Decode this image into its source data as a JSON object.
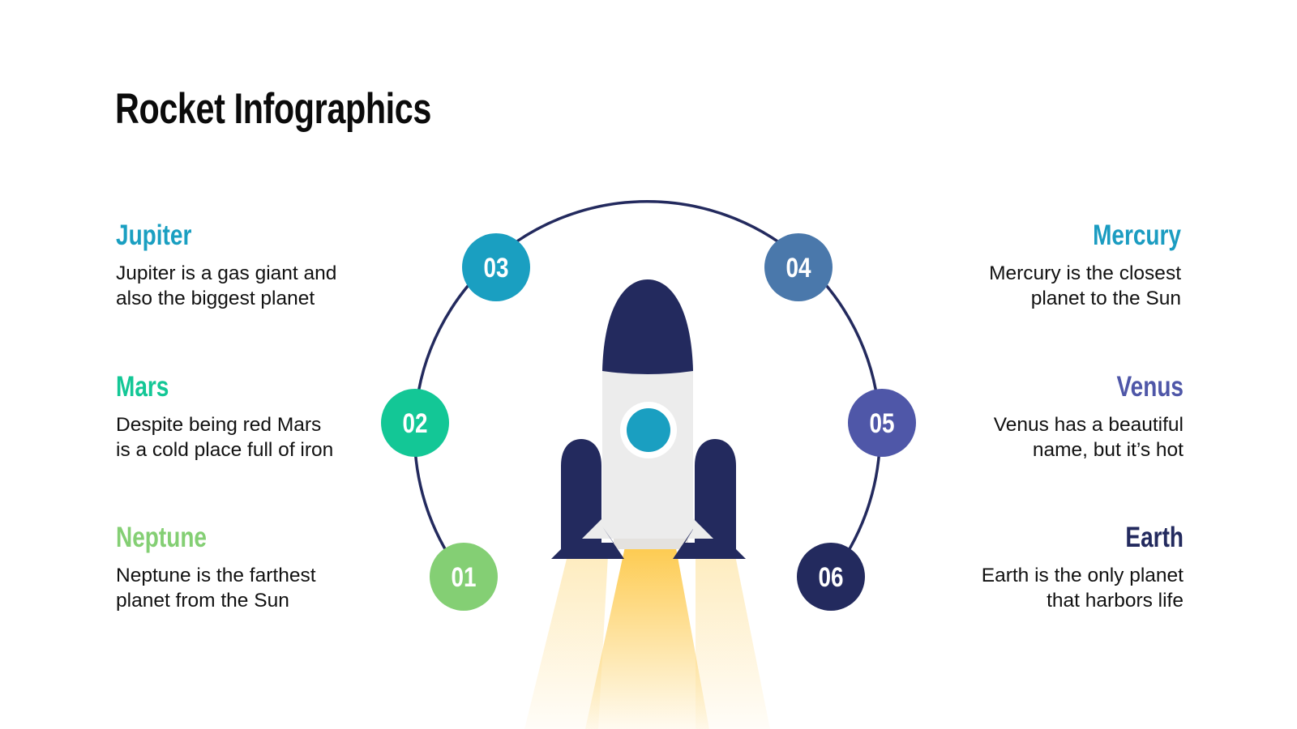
{
  "title": "Rocket Infographics",
  "items": [
    {
      "number": "01",
      "heading": "Neptune",
      "description": "Neptune is the farthest\nplanet from the Sun",
      "color": "#84cf74",
      "side": "left"
    },
    {
      "number": "02",
      "heading": "Mars",
      "description": "Despite being red Mars\nis a cold place full of iron",
      "color": "#13c796",
      "side": "left"
    },
    {
      "number": "03",
      "heading": "Jupiter",
      "description": "Jupiter is a gas giant and\nalso the biggest planet",
      "color": "#1a9fc1",
      "side": "left"
    },
    {
      "number": "04",
      "heading": "Mercury",
      "description": "Mercury is the closest\nplanet to the Sun",
      "color": "#4a78ab",
      "heading_color": "#1b9cc1",
      "side": "right"
    },
    {
      "number": "05",
      "heading": "Venus",
      "description": "Venus has a beautiful\nname, but it’s hot",
      "color": "#4f57a8",
      "side": "right"
    },
    {
      "number": "06",
      "heading": "Earth",
      "description": "Earth is the only planet\nthat harbors life",
      "color": "#232a5e",
      "side": "right"
    }
  ],
  "icons": {
    "rocket": "rocket-icon",
    "flames": "rocket-exhaust-flames"
  },
  "colors": {
    "arc": "#232a5e",
    "rocket_navy": "#232a5e",
    "rocket_body": "#ececec",
    "window": "#1a9fc1",
    "flame": "#fdc94a"
  }
}
